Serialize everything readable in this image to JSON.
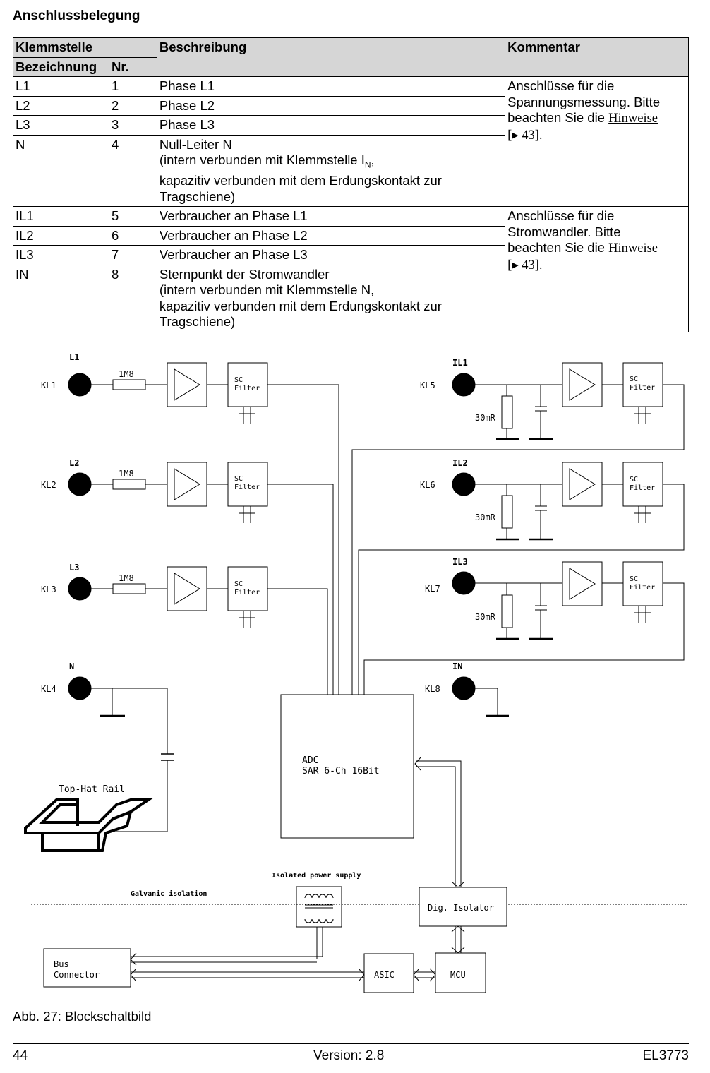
{
  "section_title": "Anschlussbelegung",
  "table": {
    "header_group": "Klemmstelle",
    "header_name": "Bezeichnung",
    "header_nr": "Nr.",
    "header_desc": "Beschreibung",
    "header_comment": "Kommentar",
    "rows": [
      {
        "name": "L1",
        "nr": "1",
        "desc": "Phase L1"
      },
      {
        "name": "L2",
        "nr": "2",
        "desc": "Phase L2"
      },
      {
        "name": "L3",
        "nr": "3",
        "desc": "Phase L3"
      },
      {
        "name": "N",
        "nr": "4",
        "desc_line1": "Null-Leiter N",
        "desc_line2a": "(intern verbunden mit Klemmstelle I",
        "desc_line2_sub": "N",
        "desc_line2b": ",",
        "desc_line3": "kapazitiv verbunden mit dem Erdungskontakt zur",
        "desc_line4": "Tragschiene)"
      },
      {
        "name": "IL1",
        "nr": "5",
        "desc": "Verbraucher an Phase L1"
      },
      {
        "name": "IL2",
        "nr": "6",
        "desc": "Verbraucher an Phase L2"
      },
      {
        "name": "IL3",
        "nr": "7",
        "desc": "Verbraucher an Phase L3"
      },
      {
        "name": "IN",
        "nr": "8",
        "desc_line1": "Sternpunkt der Stromwandler",
        "desc_line2": "(intern verbunden mit Klemmstelle N,",
        "desc_line3": "kapazitiv verbunden mit dem Erdungskontakt zur",
        "desc_line4": "Tragschiene)"
      }
    ],
    "comment_voltage_1": "Anschlüsse für die",
    "comment_voltage_2": "Spannungsmessung. Bitte",
    "comment_voltage_3": "beachten Sie die",
    "comment_current_1": "Anschlüsse für die",
    "comment_current_2": "Stromwandler. Bitte",
    "comment_current_3": "beachten Sie die",
    "link_text": "Hinweise",
    "page_ref_open": "[",
    "page_ref": "43",
    "page_ref_close": "].",
    "page_ref_icon": "triangle-right-icon"
  },
  "diagram": {
    "left_terminals": [
      {
        "name": "L1",
        "kl": "KL1",
        "resistor": "1M8"
      },
      {
        "name": "L2",
        "kl": "KL2",
        "resistor": "1M8"
      },
      {
        "name": "L3",
        "kl": "KL3",
        "resistor": "1M8"
      }
    ],
    "right_terminals": [
      {
        "name": "IL1",
        "kl": "KL5",
        "shunt": "30mR"
      },
      {
        "name": "IL2",
        "kl": "KL6",
        "shunt": "30mR"
      },
      {
        "name": "IL3",
        "kl": "KL7",
        "shunt": "30mR"
      }
    ],
    "neutral": {
      "name": "N",
      "kl": "KL4"
    },
    "star_point": {
      "name": "IN",
      "kl": "KL8"
    },
    "filter_line1": "SC",
    "filter_line2": "Filter",
    "rail_label": "Top-Hat Rail",
    "adc_line1": "ADC",
    "adc_line2": "SAR 6-Ch 16Bit",
    "power_supply_label": "Isolated power supply",
    "galvanic_label": "Galvanic isolation",
    "isolator_label": "Dig. Isolator",
    "bus_line1": "Bus",
    "bus_line2": "Connector",
    "asic_label": "ASIC",
    "mcu_label": "MCU"
  },
  "caption": "Abb. 27: Blockschaltbild",
  "footer": {
    "page": "44",
    "version": "Version: 2.8",
    "product": "EL3773"
  }
}
